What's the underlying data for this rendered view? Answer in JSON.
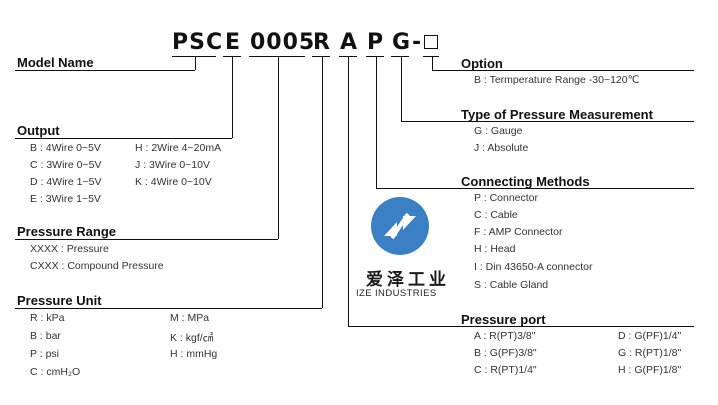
{
  "model_code": {
    "letters": [
      "PSC",
      "E",
      "0005",
      "R",
      "A",
      "P",
      "G",
      "-"
    ]
  },
  "model_name": {
    "title": "Model Name"
  },
  "output": {
    "title": "Output",
    "items": [
      "B : 4Wire 0~5V",
      "H : 2Wire 4~20mA",
      "C : 3Wire 0~5V",
      "J : 3Wire 0~10V",
      "D : 4Wire 1~5V",
      "K : 4Wire 0~10V",
      "E : 3Wire 1~5V"
    ]
  },
  "pressure_range": {
    "title": "Pressure Range",
    "items": [
      "XXXX : Pressure",
      "CXXX : Compound Pressure"
    ]
  },
  "pressure_unit": {
    "title": "Pressure Unit",
    "items": [
      "R : kPa",
      "M : MPa",
      "B : bar",
      "K : kgf/㎠",
      "P : psi",
      "H : mmHg",
      "C : cmH₂O"
    ]
  },
  "option": {
    "title": "Option",
    "items": [
      "B : Termperature Range -30~120℃"
    ]
  },
  "type_measurement": {
    "title": "Type of Pressure Measurement",
    "items": [
      "G : Gauge",
      "J : Absolute"
    ]
  },
  "connecting_methods": {
    "title": "Connecting Methods",
    "items": [
      "P : Connector",
      "C : Cable",
      "F : AMP Connector",
      "H : Head",
      "I : Din 43650-A connector",
      "S : Cable Gland"
    ]
  },
  "pressure_port": {
    "title": "Pressure port",
    "items": [
      "A : R(PT)3/8\"",
      "D : G(PF)1/4\"",
      "B : G(PF)3/8\"",
      "G : R(PT)1/8\"",
      "C : R(PT)1/4\"",
      "H : G(PF)1/8\""
    ]
  },
  "logo": {
    "cn": "爱泽工业",
    "en": "IZE INDUSTRIES",
    "color": "#3b7fc4"
  }
}
